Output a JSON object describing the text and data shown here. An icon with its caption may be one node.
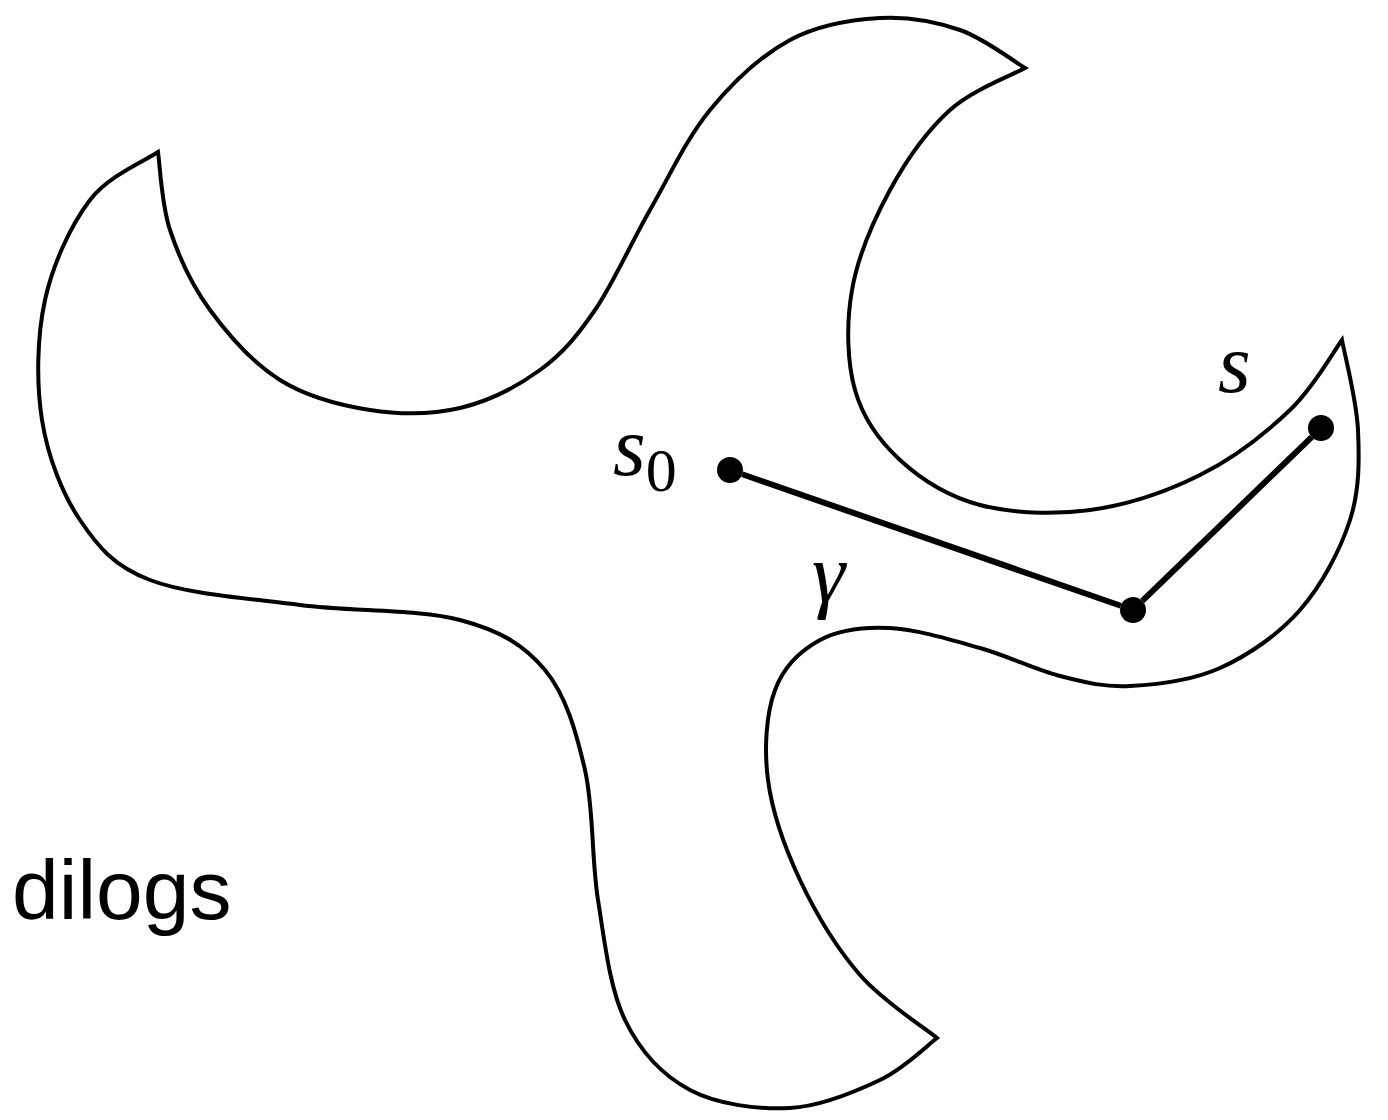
{
  "diagram": {
    "nodes": [
      {
        "text": [],
        "shape": "blob"
      },
      {
        "text": [],
        "shape": "circle",
        "in": 0,
        "beside": [
          "*s*$_{0}$"
        ]
      },
      {
        "text": [],
        "shape": "circle",
        "in": 0
      },
      {
        "text": [],
        "shape": "circle",
        "in": 0,
        "beside": [
          "*s*"
        ]
      }
    ],
    "edges": [
      {
        "from": 1,
        "to": 2,
        "arrow": "none",
        "label": "*γ*"
      },
      {
        "from": 2,
        "to": 3,
        "arrow": "none"
      }
    ],
    "labels": [
      "dilogs"
    ]
  }
}
